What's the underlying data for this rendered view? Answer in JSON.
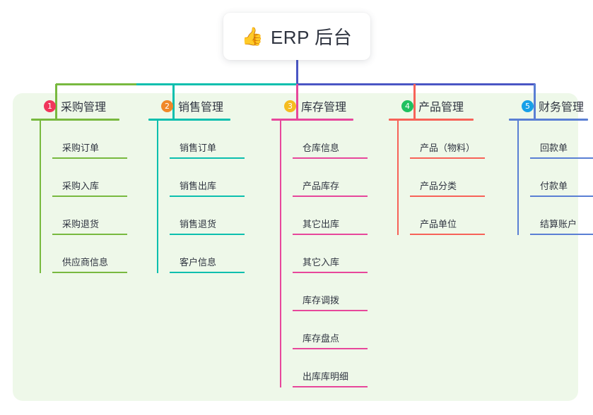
{
  "root": {
    "icon": "thumbs-up-icon",
    "emoji": "👍",
    "title": "ERP 后台"
  },
  "colors": {
    "panel_background": "#eef8e9",
    "root_trunk": "#4a56c4",
    "branch_bus": "#4a56c4",
    "page_background": "#ffffff",
    "text": "#2f3440"
  },
  "columns": [
    {
      "number": "1",
      "title": "采购管理",
      "badge_color": "#f0365c",
      "line_color": "#78b93f",
      "drop_color": "#78b93f",
      "items": [
        {
          "label": "采购订单"
        },
        {
          "label": "采购入库"
        },
        {
          "label": "采购退货"
        },
        {
          "label": "供应商信息"
        }
      ]
    },
    {
      "number": "2",
      "title": "销售管理",
      "badge_color": "#f08828",
      "line_color": "#0bbfae",
      "drop_color": "#0bbfae",
      "items": [
        {
          "label": "销售订单"
        },
        {
          "label": "销售出库"
        },
        {
          "label": "销售退货"
        },
        {
          "label": "客户信息"
        }
      ]
    },
    {
      "number": "3",
      "title": "库存管理",
      "badge_color": "#f5bc20",
      "line_color": "#e7479b",
      "drop_color": "#e7479b",
      "items": [
        {
          "label": "仓库信息"
        },
        {
          "label": "产品库存"
        },
        {
          "label": "其它出库"
        },
        {
          "label": "其它入库"
        },
        {
          "label": "库存调拨"
        },
        {
          "label": "库存盘点"
        },
        {
          "label": "出库库明细"
        }
      ]
    },
    {
      "number": "4",
      "title": "产品管理",
      "badge_color": "#1fc060",
      "line_color": "#f76258",
      "drop_color": "#f76258",
      "items": [
        {
          "label": "产品（物料）"
        },
        {
          "label": "产品分类"
        },
        {
          "label": "产品单位"
        }
      ]
    },
    {
      "number": "5",
      "title": "财务管理",
      "badge_color": "#18a0e8",
      "line_color": "#5a7fd4",
      "drop_color": "#5a7fd4",
      "items": [
        {
          "label": "回款单"
        },
        {
          "label": "付款单"
        },
        {
          "label": "结算账户"
        }
      ]
    }
  ]
}
